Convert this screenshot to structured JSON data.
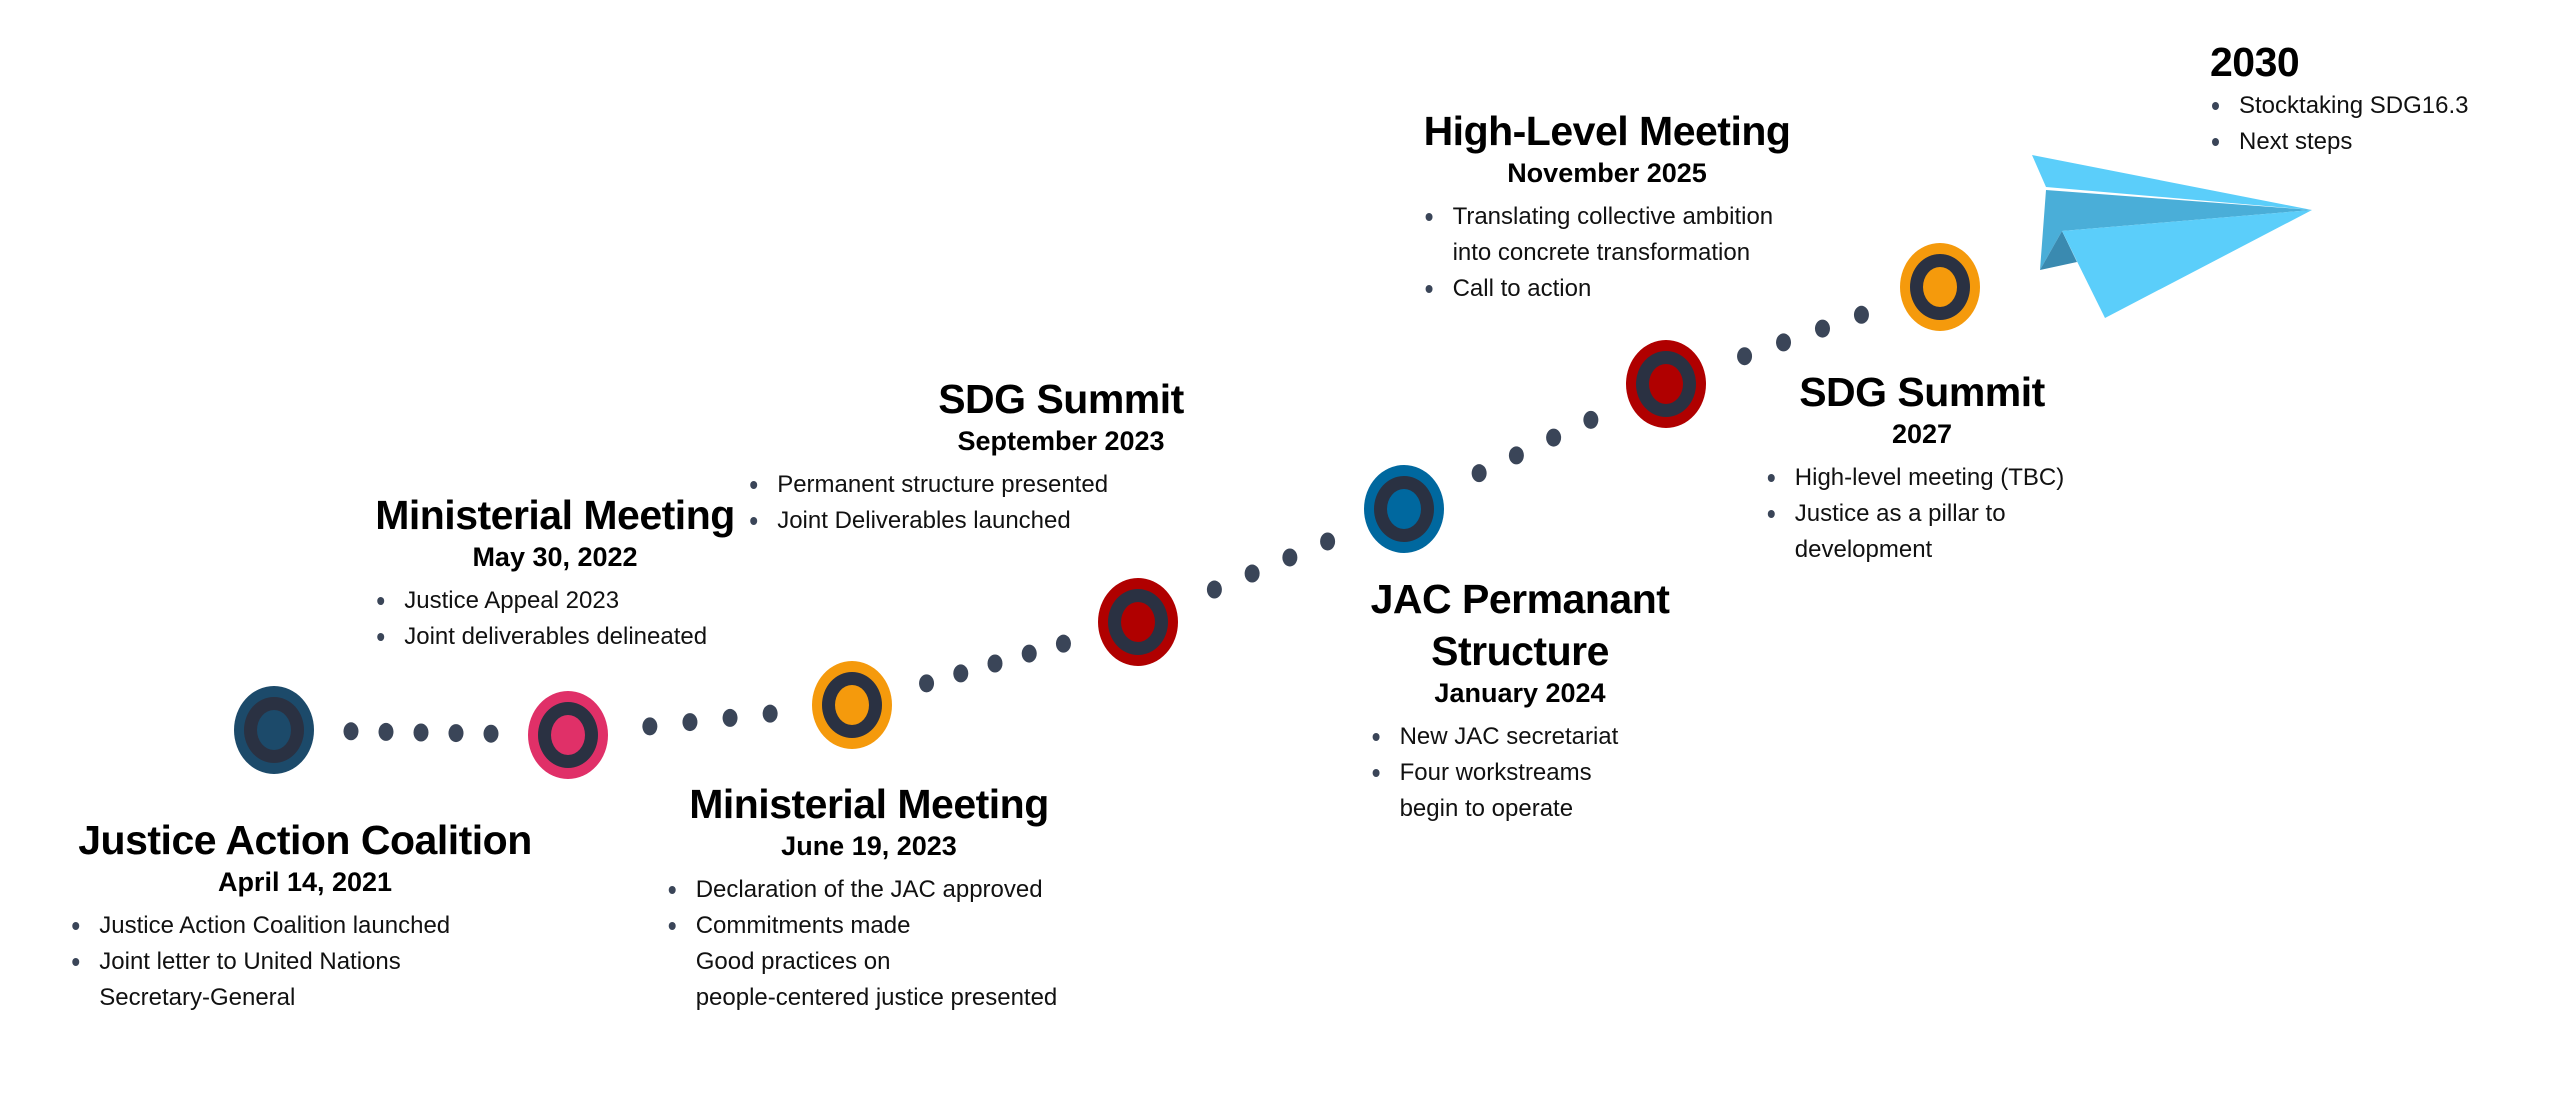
{
  "colors": {
    "dots": "#3a4558",
    "ring": "#2a3142",
    "plane_light": "#5bcefa",
    "plane_mid": "#4aaed8",
    "plane_dark": "#3a8ab0"
  },
  "milestones": [
    {
      "title": "Justice Action Coalition",
      "date": "April 14, 2021",
      "color": "#1c4a6a",
      "bullets": [
        "Justice Action Coalition launched",
        "Joint letter to United Nations",
        "Secretary-General"
      ]
    },
    {
      "title": "Ministerial Meeting",
      "date": "May 30, 2022",
      "color": "#e03068",
      "bullets": [
        "Justice Appeal 2023",
        "Joint deliverables delineated"
      ]
    },
    {
      "title": "Ministerial Meeting",
      "date": "June 19, 2023",
      "color": "#f59a0c",
      "bullets": [
        "Declaration of the JAC approved",
        "Commitments made",
        "Good practices on",
        "people-centered justice presented"
      ]
    },
    {
      "title": "SDG Summit",
      "date": "September 2023",
      "color": "#b00000",
      "bullets": [
        "Permanent structure presented",
        "Joint Deliverables launched"
      ]
    },
    {
      "title_line1": "JAC Permanant",
      "title_line2": "Structure",
      "date": "January 2024",
      "color": "#00689f",
      "bullets": [
        "New JAC secretariat",
        "Four workstreams",
        "begin to operate"
      ]
    },
    {
      "title": "High-Level Meeting",
      "date": "November 2025",
      "color": "#b00000",
      "bullets": [
        "Translating collective ambition",
        "into concrete transformation",
        "Call to action"
      ]
    },
    {
      "title": "SDG Summit",
      "date": "2027",
      "color": "#f59a0c",
      "bullets": [
        "High-level meeting (TBC)",
        "Justice as a pillar to",
        "development"
      ]
    },
    {
      "title": "2030",
      "bullets": [
        "Stocktaking SDG16.3",
        "Next steps"
      ]
    }
  ]
}
